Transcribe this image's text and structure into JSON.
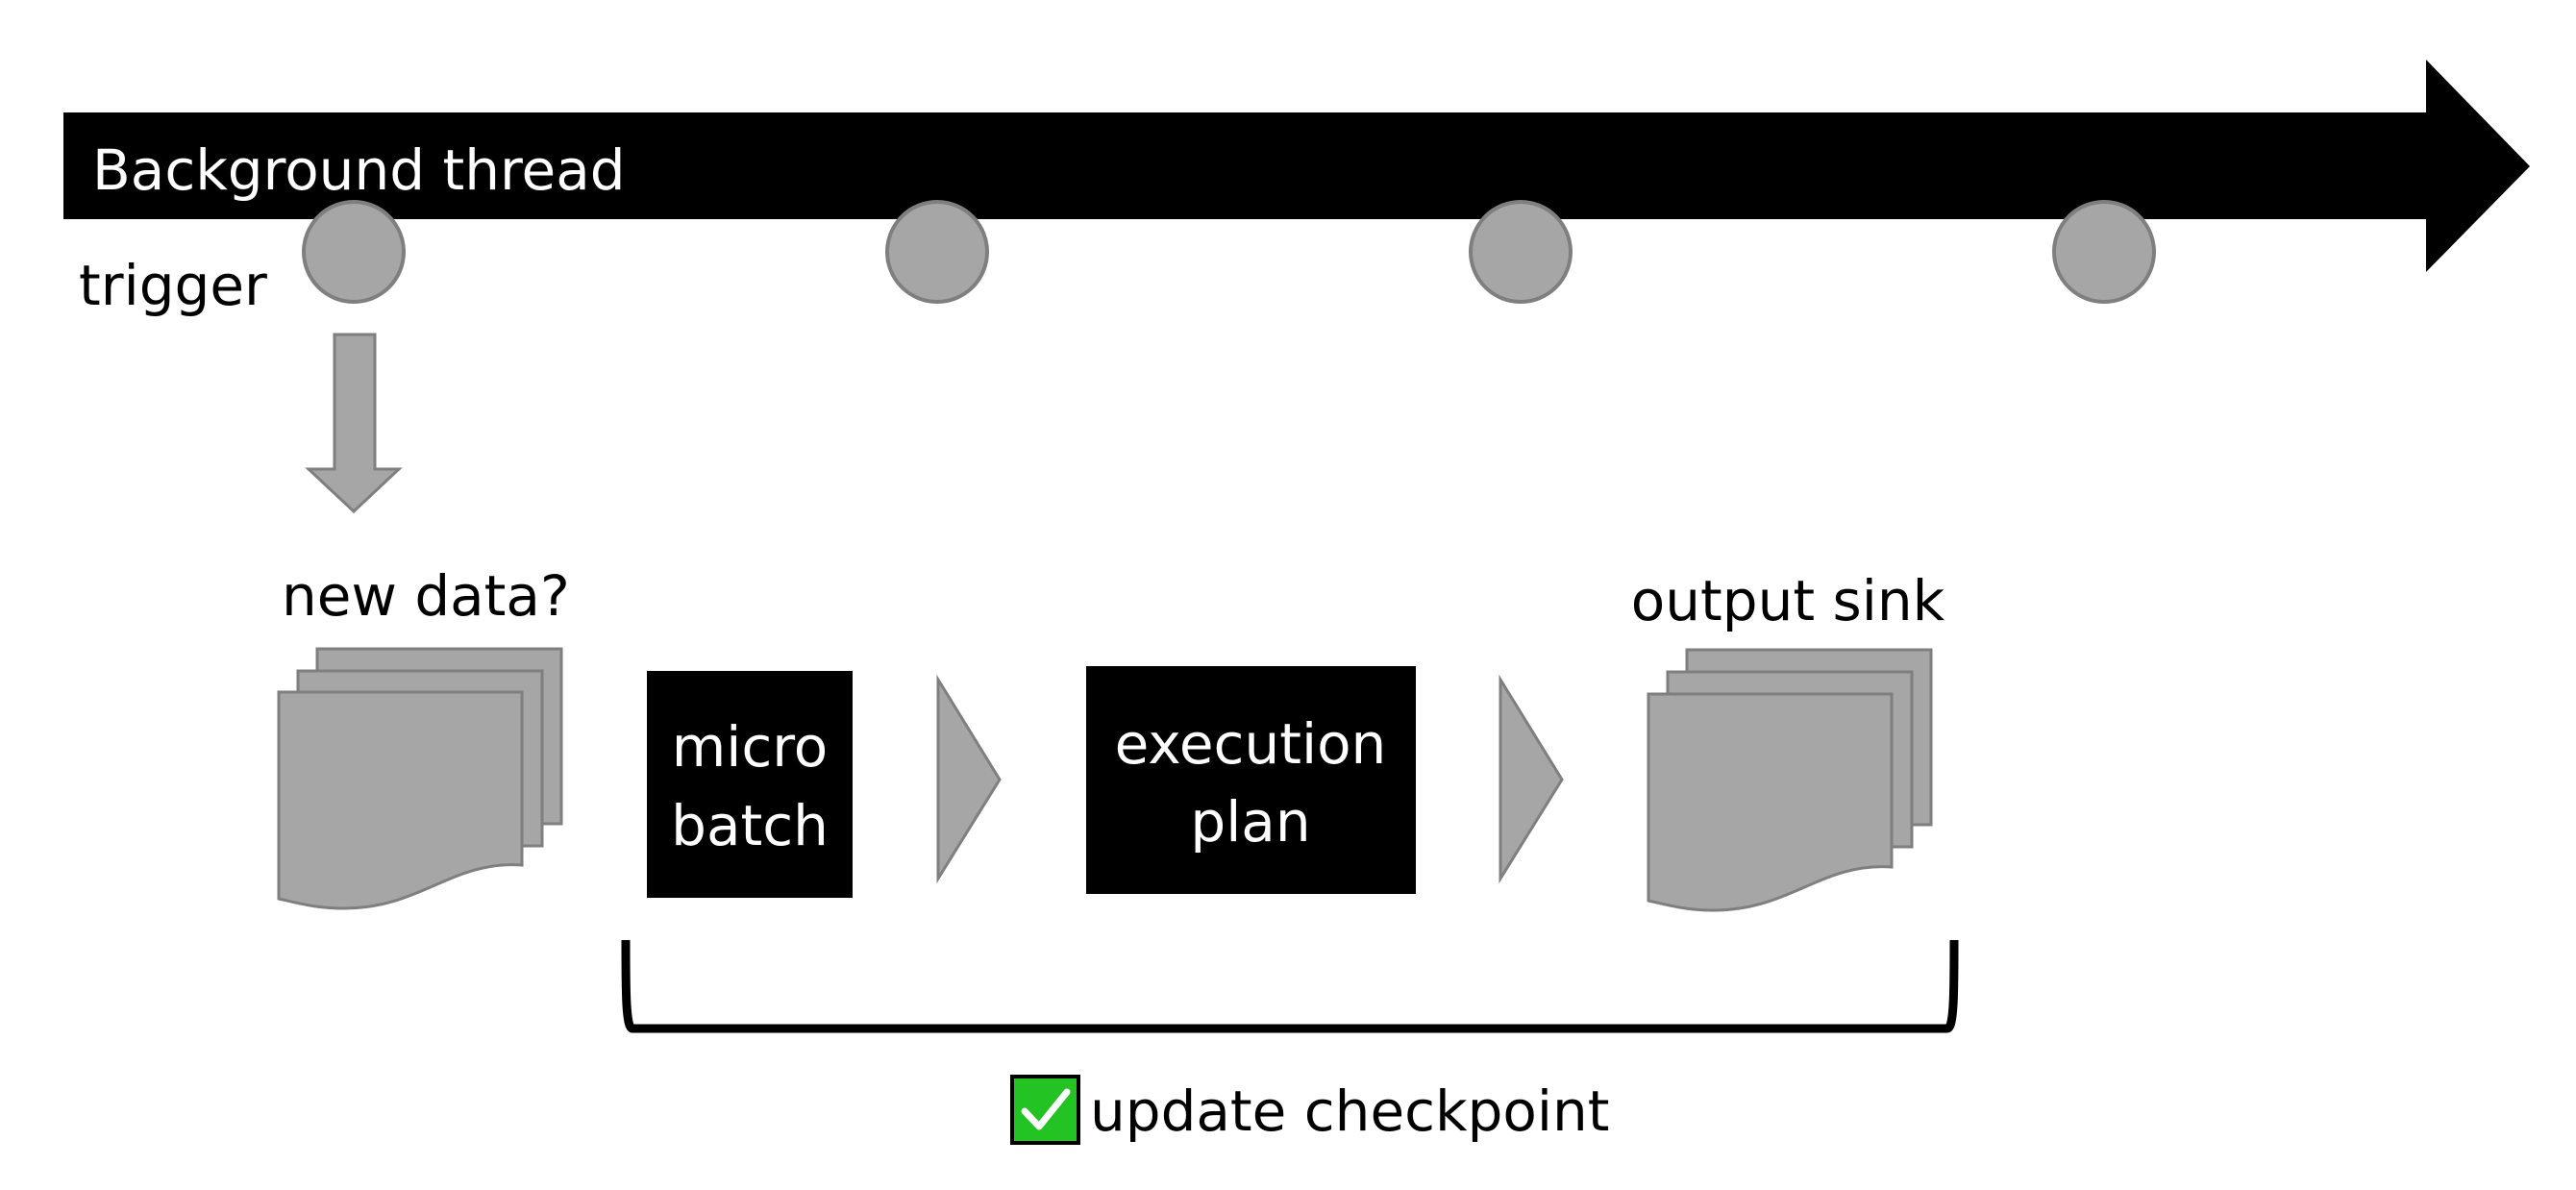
{
  "timeline": {
    "label": "Background thread",
    "trigger_label": "trigger",
    "trigger_count": 4
  },
  "source": {
    "label": "new data?"
  },
  "steps": [
    {
      "line1": "micro",
      "line2": "batch"
    },
    {
      "line1": "execution",
      "line2": "plan"
    }
  ],
  "sink": {
    "label": "output sink"
  },
  "checkpoint": {
    "label": "update checkpoint"
  },
  "colors": {
    "arrow": "#000000",
    "node_fill": "#a6a6a6",
    "node_stroke": "#7f7f7f",
    "box_fill": "#000000",
    "box_text": "#ffffff",
    "check_fill": "#22c322",
    "check_mark": "#ffffff"
  },
  "icons": {
    "checkpoint": "checkmark-icon",
    "source": "document-stack-icon",
    "sink": "document-stack-icon"
  }
}
